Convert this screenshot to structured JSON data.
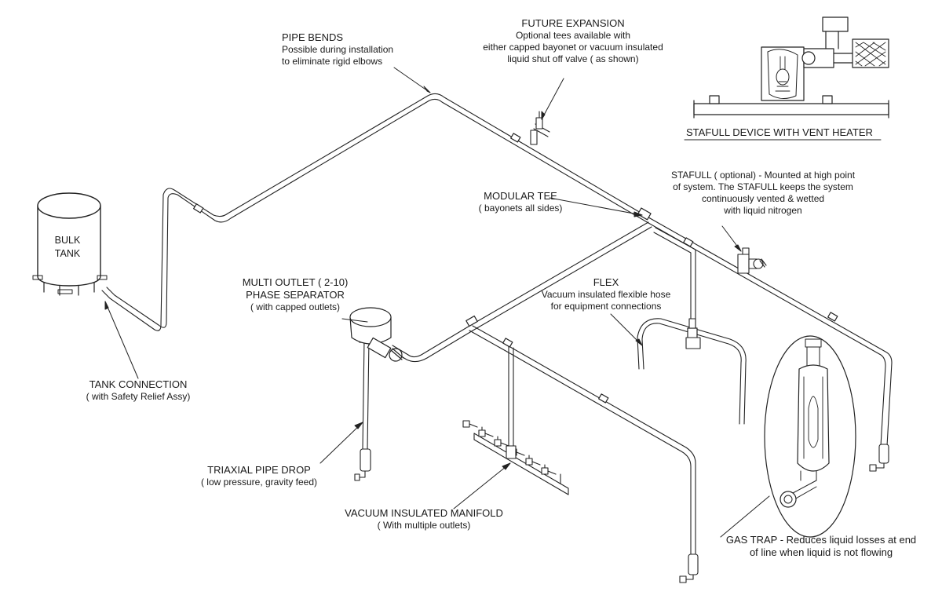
{
  "diagram": {
    "labels": {
      "bulk_tank": [
        "BULK",
        "TANK"
      ],
      "pipe_bends": {
        "title": "PIPE BENDS",
        "lines": [
          "Possible during installation",
          "to eliminate rigid elbows"
        ]
      },
      "future_expansion": {
        "title": "FUTURE EXPANSION",
        "lines": [
          "Optional tees available with",
          "either capped bayonet or vacuum insulated",
          "liquid shut off valve  ( as shown)"
        ]
      },
      "stafull_device": "STAFULL DEVICE WITH VENT HEATER",
      "stafull": {
        "lines": [
          "STAFULL  ( optional)   - Mounted at high point",
          "of system.  The STAFULL keeps the system",
          "continuously vented & wetted",
          "with liquid nitrogen"
        ]
      },
      "modular_tee": {
        "title": "MODULAR TEE",
        "lines": [
          "( bayonets all sides)"
        ]
      },
      "multi_outlet": {
        "lines": [
          "MULTI OUTLET  ( 2-10)",
          "PHASE SEPARATOR",
          "( with capped outlets)"
        ]
      },
      "flex": {
        "title": "FLEX",
        "lines": [
          "Vacuum insulated flexible hose",
          "for equipment connections"
        ]
      },
      "tank_connection": {
        "title": "TANK CONNECTION",
        "lines": [
          "( with Safety Relief Assy)"
        ]
      },
      "triaxial_pipe_drop": {
        "title": "TRIAXIAL PIPE DROP",
        "lines": [
          "( low pressure, gravity feed)"
        ]
      },
      "vacuum_manifold": {
        "title": "VACUUM INSULATED MANIFOLD",
        "lines": [
          "( With multiple outlets)"
        ]
      },
      "gas_trap": {
        "lines": [
          "GAS TRAP    - Reduces liquid losses at end",
          "of line when liquid is not flowing"
        ]
      }
    }
  }
}
